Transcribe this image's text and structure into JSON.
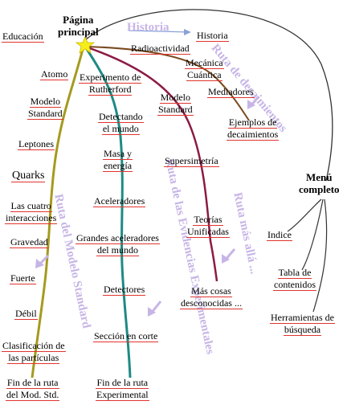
{
  "home": {
    "line1": "Página",
    "line2": "principal"
  },
  "menu": {
    "line1": "Menú",
    "line2": "completo"
  },
  "left_top": "Educación",
  "top": {
    "history": "Historia",
    "radioactivity": "Radioactividad",
    "quantum": [
      "Mecánica",
      "Cuántica"
    ],
    "mediators": "Mediadores",
    "decay_examples": [
      "Ejemplos de",
      "decaimientos"
    ]
  },
  "route_std": [
    "Atomo",
    "Modelo",
    "Standard",
    "Leptones",
    "Quarks",
    "Las cuatro",
    "interacciones",
    "Gravedad",
    "Fuerte",
    "Débil",
    "Clasificación de",
    "las partículas",
    "Fin de la ruta",
    "del Mod. Std."
  ],
  "route_exp": [
    "Experimento de",
    "Rutherford",
    "Detectando",
    "el mundo",
    "Masa y",
    "energía",
    "Aceleradores",
    "Grandes aceleradores",
    "del mundo",
    "Detectores",
    "Sección en corte",
    "Fin de la ruta",
    "Experimental"
  ],
  "route_beyond": [
    "Modelo",
    "Standard",
    "Supersimetría",
    "Teorías",
    "Unificadas",
    "Más cosas",
    "desconocidas ..."
  ],
  "menu_items": [
    "Indice",
    "Tabla de",
    "contenidos",
    "Herramientas de",
    "búsqueda"
  ],
  "route_labels": {
    "history": "Historia",
    "decay": "Ruta de decaimientos",
    "std": "Ruta del Modelo Standard",
    "exp": "Ruta de las Evidencias Experimentales",
    "beyond": "Ruta más allá ..."
  },
  "colors": {
    "std_route": "#a59a1f",
    "exp_route": "#1e8a84",
    "beyond_route": "#8c1a45",
    "decay_route": "#7a4a1f",
    "menu_route": "#333333",
    "label": "#c7b5e6",
    "underline": "#e0342f",
    "star": "#f6ee1a"
  },
  "icons": {
    "home": "star-icon"
  }
}
